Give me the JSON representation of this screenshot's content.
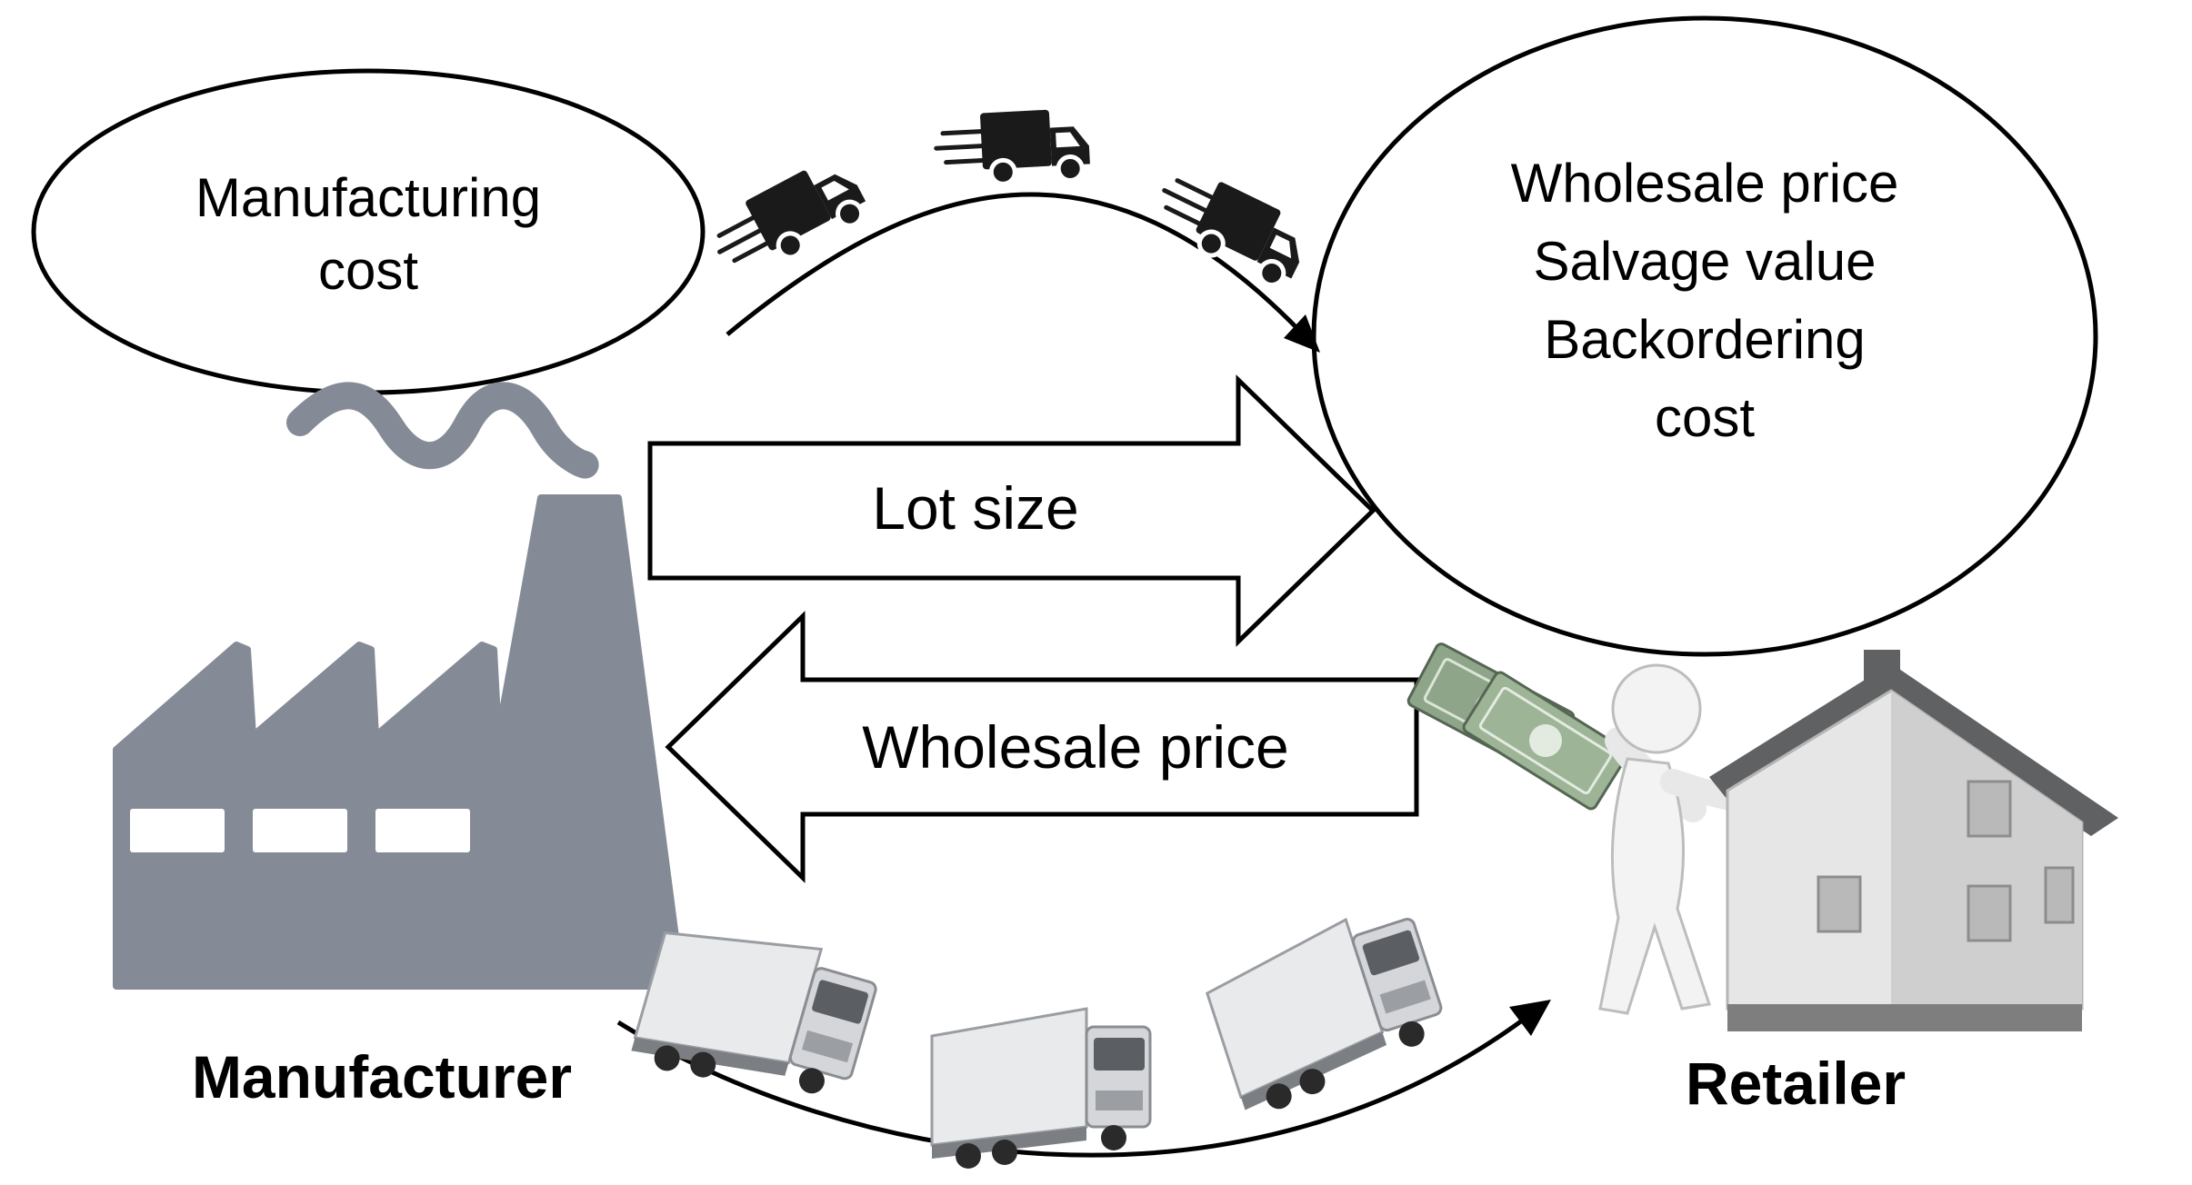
{
  "diagram": {
    "manufacturer_bubble": {
      "line1": "Manufacturing",
      "line2": "cost"
    },
    "retailer_bubble": {
      "line1": "Wholesale price",
      "line2": "Salvage value",
      "line3": "Backordering",
      "line4": "cost"
    },
    "arrow_right_label": "Lot size",
    "arrow_left_label": "Wholesale price",
    "manufacturer_label": "Manufacturer",
    "retailer_label": "Retailer"
  },
  "colors": {
    "factory": "#858b96",
    "stroke": "#000000",
    "truck_dark": "#1a1a1a",
    "truck_light": "#d4d6d9",
    "house_roof": "#5f6163",
    "house_wall": "#e6e6e6",
    "money": "#8fa58a"
  },
  "icons": [
    "factory-icon",
    "smoke-icon",
    "delivery-van-icon",
    "semi-truck-icon",
    "house-icon",
    "person-icon",
    "money-icon"
  ]
}
